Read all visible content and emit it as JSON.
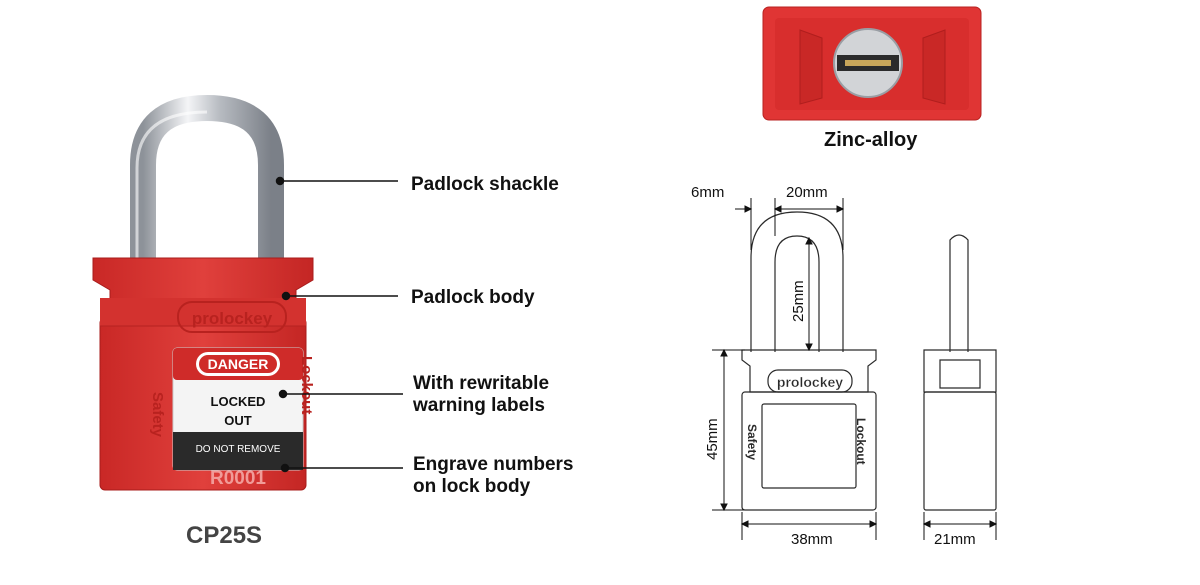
{
  "product": {
    "model": "CP25S",
    "brand": "prolockey",
    "body_color": "#d8302f",
    "shackle_color": "#c9ccd1"
  },
  "label": {
    "danger": "DANGER",
    "line1": "LOCKED",
    "line2": "OUT",
    "footer": "DO NOT REMOVE",
    "side_left": "Safety",
    "side_right": "Lockout",
    "engraving": "R0001"
  },
  "callouts": [
    {
      "id": "shackle",
      "lines": [
        "Padlock shackle"
      ]
    },
    {
      "id": "body",
      "lines": [
        "Padlock body"
      ]
    },
    {
      "id": "labels",
      "lines": [
        "With rewritable",
        "warning labels"
      ]
    },
    {
      "id": "engrave",
      "lines": [
        "Engrave numbers",
        "on lock body"
      ]
    }
  ],
  "material": "Zinc-alloy",
  "dimensions": {
    "shackle_diameter": "6mm",
    "shackle_width": "20mm",
    "shackle_height": "25mm",
    "body_height": "45mm",
    "body_width": "38mm",
    "body_depth": "21mm"
  },
  "drawing": {
    "brand": "prolockey",
    "side_left": "Safety",
    "side_right": "Lockout"
  }
}
